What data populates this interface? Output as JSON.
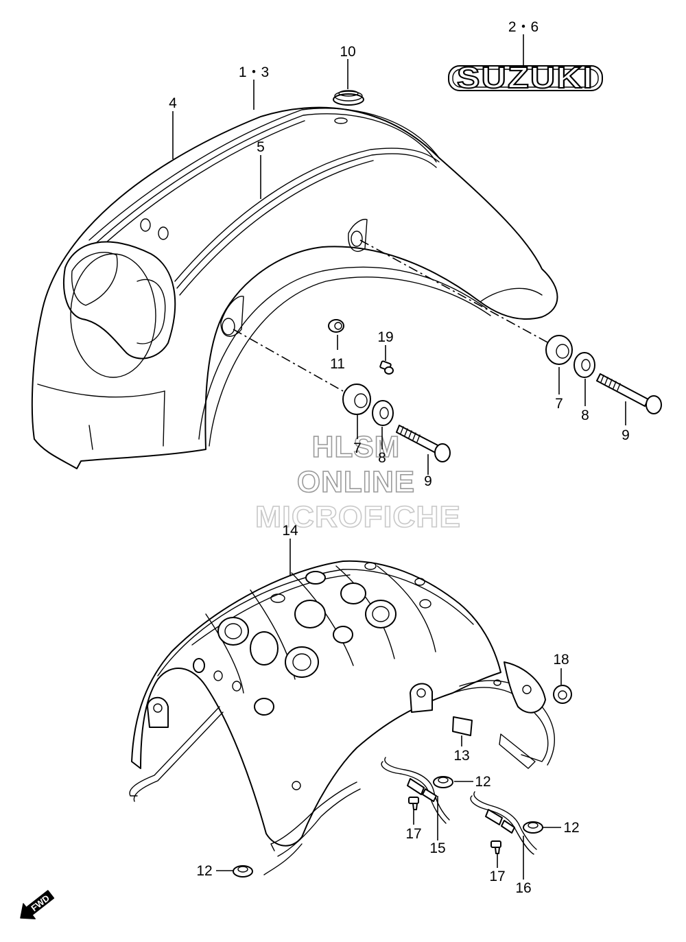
{
  "emblem": {
    "text": "SUZUKI"
  },
  "watermark": {
    "line1": "HLSM",
    "line2": "ONLINE",
    "line3": "MICROFICHE"
  },
  "fwd_marker": {
    "text": "FWD"
  },
  "callouts": [
    "2・6",
    "1・3",
    "10",
    "4",
    "5",
    "11",
    "19",
    "7",
    "8",
    "9",
    "7",
    "8",
    "9",
    "14",
    "18",
    "13",
    "12",
    "12",
    "12",
    "17",
    "15",
    "17",
    "16"
  ],
  "colors": {
    "line": "#000000",
    "background": "#ffffff",
    "watermark_outline": "#9a9a9a"
  }
}
